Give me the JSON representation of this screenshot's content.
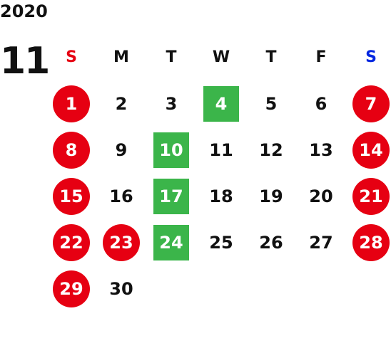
{
  "year": "2020",
  "month": "11",
  "weekdays": [
    "S",
    "M",
    "T",
    "W",
    "T",
    "F",
    "S"
  ],
  "weeks": [
    [
      {
        "day": "1",
        "mark": "red"
      },
      {
        "day": "2",
        "mark": ""
      },
      {
        "day": "3",
        "mark": ""
      },
      {
        "day": "4",
        "mark": "green"
      },
      {
        "day": "5",
        "mark": ""
      },
      {
        "day": "6",
        "mark": ""
      },
      {
        "day": "7",
        "mark": "red"
      }
    ],
    [
      {
        "day": "8",
        "mark": "red"
      },
      {
        "day": "9",
        "mark": ""
      },
      {
        "day": "10",
        "mark": "green"
      },
      {
        "day": "11",
        "mark": ""
      },
      {
        "day": "12",
        "mark": ""
      },
      {
        "day": "13",
        "mark": ""
      },
      {
        "day": "14",
        "mark": "red"
      }
    ],
    [
      {
        "day": "15",
        "mark": "red"
      },
      {
        "day": "16",
        "mark": ""
      },
      {
        "day": "17",
        "mark": "green"
      },
      {
        "day": "18",
        "mark": ""
      },
      {
        "day": "19",
        "mark": ""
      },
      {
        "day": "20",
        "mark": ""
      },
      {
        "day": "21",
        "mark": "red"
      }
    ],
    [
      {
        "day": "22",
        "mark": "red"
      },
      {
        "day": "23",
        "mark": "red"
      },
      {
        "day": "24",
        "mark": "green"
      },
      {
        "day": "25",
        "mark": ""
      },
      {
        "day": "26",
        "mark": ""
      },
      {
        "day": "27",
        "mark": ""
      },
      {
        "day": "28",
        "mark": "red"
      }
    ],
    [
      {
        "day": "29",
        "mark": "red"
      },
      {
        "day": "30",
        "mark": ""
      },
      {
        "day": "",
        "mark": ""
      },
      {
        "day": "",
        "mark": ""
      },
      {
        "day": "",
        "mark": ""
      },
      {
        "day": "",
        "mark": ""
      },
      {
        "day": "",
        "mark": ""
      }
    ]
  ],
  "colors": {
    "holiday_red": "#e60012",
    "marked_green": "#3bb54a",
    "sunday_header": "#e60012",
    "saturday_header": "#0026e0",
    "text": "#111111"
  }
}
